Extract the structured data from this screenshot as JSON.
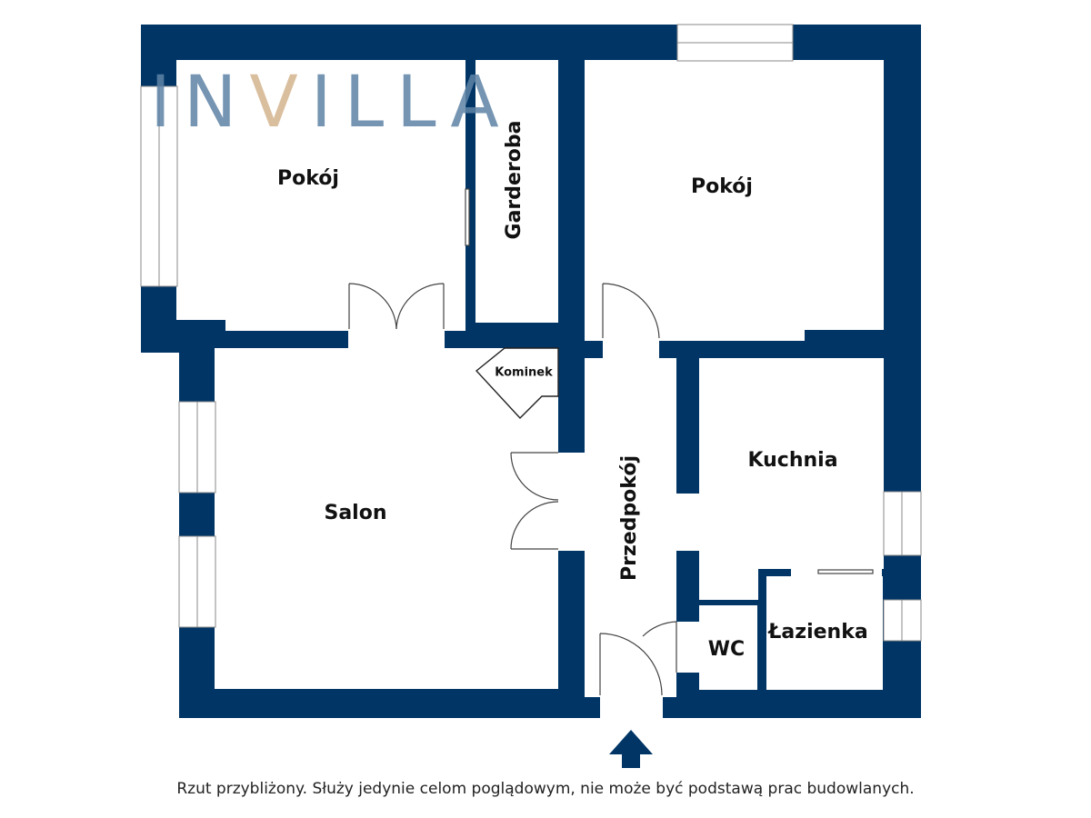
{
  "brand": {
    "logo_prefix": "IN",
    "logo_v": "V",
    "logo_suffix": "ILLA"
  },
  "rooms": {
    "pokoj_left": "Pokój",
    "garderoba": "Garderoba",
    "pokoj_right": "Pokój",
    "kominek": "Kominek",
    "salon": "Salon",
    "przedpokoj": "Przedpokój",
    "kuchnia": "Kuchnia",
    "wc": "WC",
    "lazienka": "Łazienka"
  },
  "caption": "Rzut przybliżony. Służy jedynie celom poglądowym, nie może być podstawą prac budowlanych.",
  "colors": {
    "wall": "#003566",
    "floor": "#ffffff",
    "logo_accent": "#d4b48e",
    "logo_main": "#5e83a6"
  },
  "icons": {
    "entrance": "entrance-arrow-icon"
  }
}
